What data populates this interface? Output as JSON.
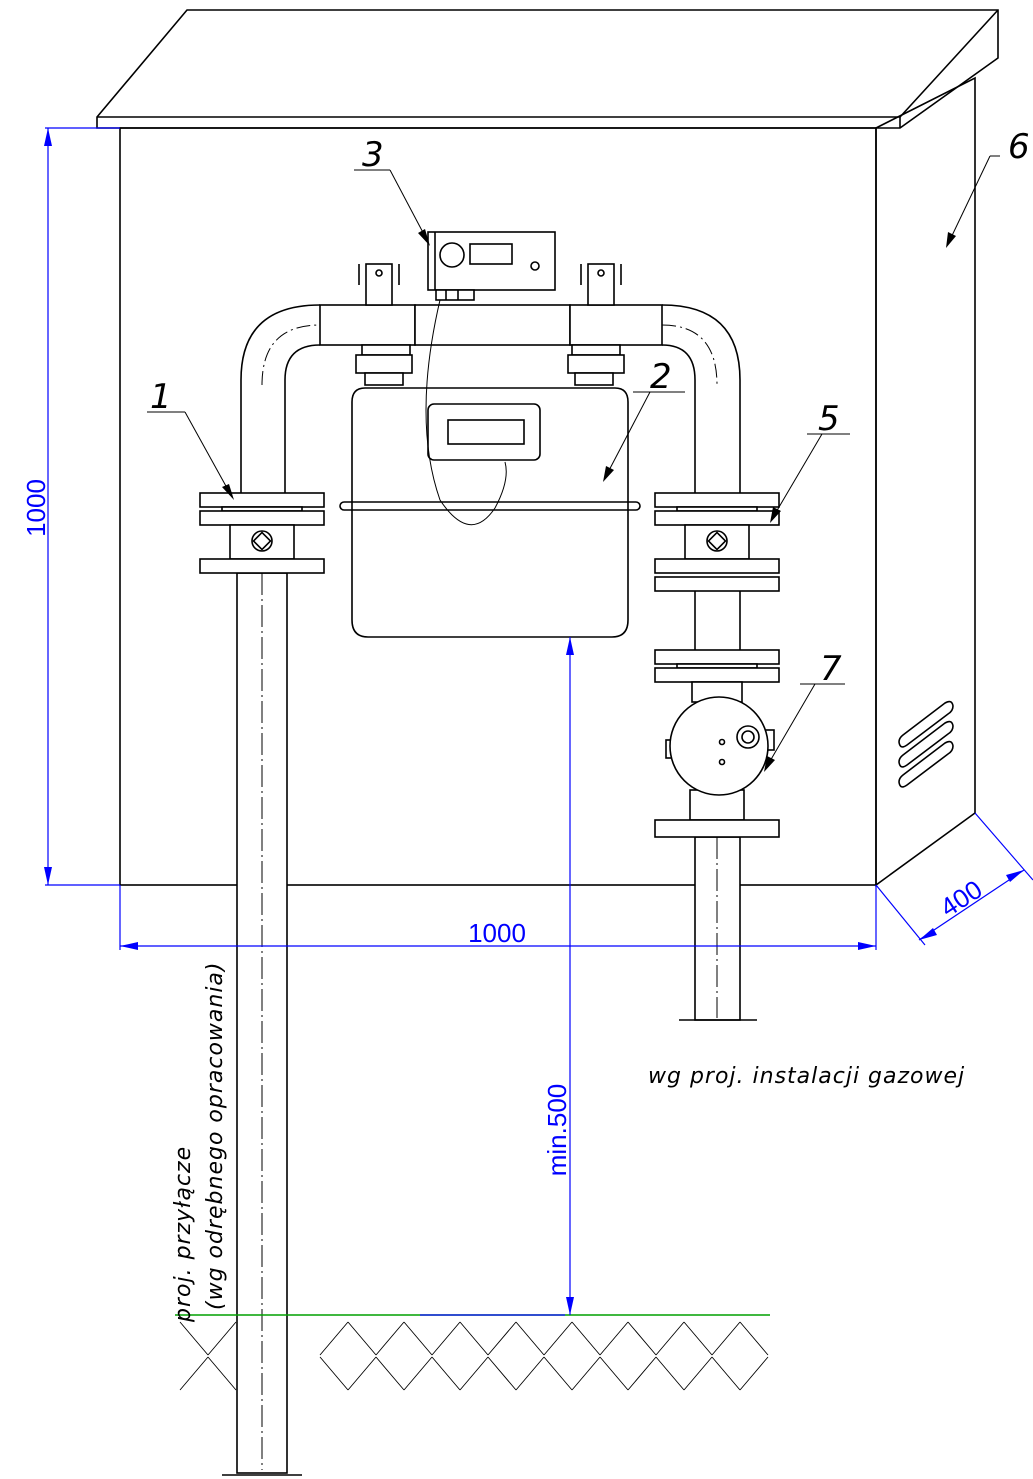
{
  "labels": {
    "item_1": "1",
    "item_2": "2",
    "item_3": "3",
    "item_5": "5",
    "item_6": "6",
    "item_7": "7"
  },
  "dimensions": {
    "height": "1000",
    "width": "1000",
    "depth": "400",
    "clearance": "min.500"
  },
  "notes": {
    "service_line_1": "proj. przyłącze",
    "service_line_2": "(wg odrębnego opracowania)",
    "installation": "wg proj. instalacji gazowej"
  },
  "colors": {
    "dimension": "#0000ff",
    "ground": "#00a000",
    "lines": "#000000"
  }
}
